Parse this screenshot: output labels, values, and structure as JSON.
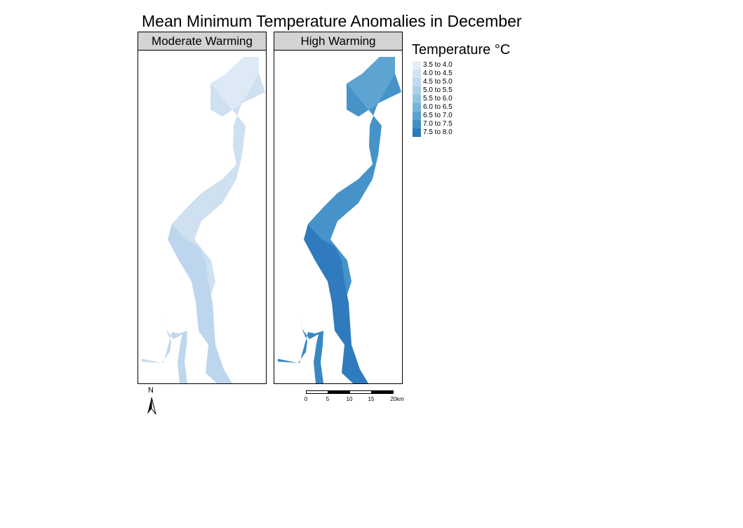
{
  "title": "Mean Minimum Temperature Anomalies in December",
  "panels": [
    {
      "label": "Moderate Warming",
      "colors": {
        "top": "#dde9f5",
        "mid": "#cfe0f1",
        "south": "#bdd6ed",
        "arm": "#bed7ee"
      }
    },
    {
      "label": "High Warming",
      "colors": {
        "top": "#5ea4d2",
        "mid": "#4593c9",
        "south": "#2f7bbd",
        "arm": "#3888c3"
      }
    }
  ],
  "legend": {
    "title": "Temperature °C",
    "items": [
      {
        "label": "3.5 to 4.0",
        "color": "#e3eef8"
      },
      {
        "label": "4.0 to 4.5",
        "color": "#d2e3f3"
      },
      {
        "label": "4.5 to 5.0",
        "color": "#c2d9ee"
      },
      {
        "label": "5.0 to 5.5",
        "color": "#acd0e6"
      },
      {
        "label": "5.5 to 6.0",
        "color": "#93c3df"
      },
      {
        "label": "6.0 to 6.5",
        "color": "#75b3d8"
      },
      {
        "label": "6.5 to 7.0",
        "color": "#5aa2cf"
      },
      {
        "label": "7.0 to 7.5",
        "color": "#3f8fc5"
      },
      {
        "label": "7.5 to 8.0",
        "color": "#2a7ab9"
      }
    ]
  },
  "north_arrow": {
    "label": "N"
  },
  "scale_bar": {
    "labels": [
      "0",
      "5",
      "10",
      "15",
      "20km"
    ]
  }
}
